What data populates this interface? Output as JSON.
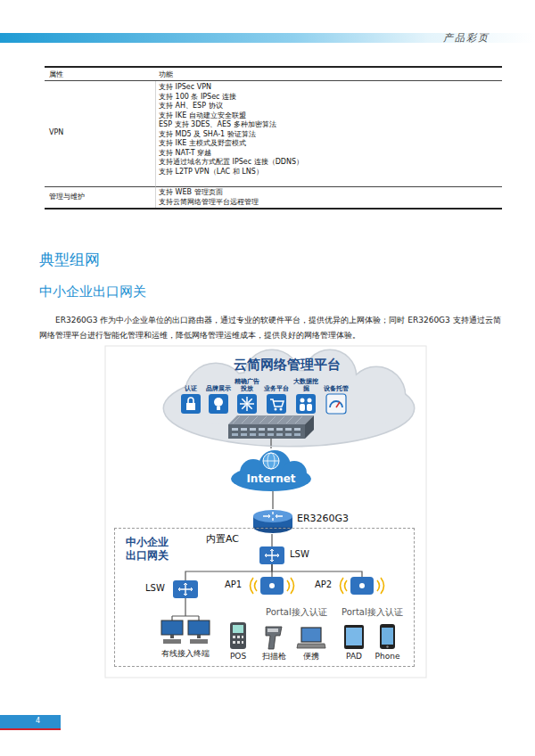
{
  "diagram": {
    "title": "中小企业出口网关",
    "nodes": [
      {
        "text": [
          "云简网络管理平台"
        ]
      },
      {
        "text": [
          "认证"
        ],
        "in": 0
      },
      {
        "text": [
          "品牌展示"
        ],
        "in": 0
      },
      {
        "text": [
          "精确广告投放"
        ],
        "in": 0
      },
      {
        "text": [
          "业务平台"
        ],
        "in": 0
      },
      {
        "text": [
          "大数据挖掘"
        ],
        "in": 0
      },
      {
        "text": [
          "设备托管"
        ],
        "in": 0
      },
      {
        "text": [
          "Internet"
        ]
      },
      {
        "text": [
          "ER3260G3",
          "内置AC"
        ]
      },
      {
        "text": [
          "中小企业出口网关"
        ]
      },
      {
        "text": [
          "LSW"
        ],
        "in": 9
      },
      {
        "text": [
          "LSW"
        ],
        "in": 9
      },
      {
        "text": [
          "AP1",
          "Portal接入认证"
        ],
        "in": 9
      },
      {
        "text": [
          "AP2",
          "Portal接入认证"
        ],
        "in": 9
      },
      {
        "text": [
          "有线接入终端"
        ],
        "in": 9
      },
      {
        "text": [
          "POS"
        ],
        "in": 9
      },
      {
        "text": [
          "扫描枪"
        ],
        "in": 9
      },
      {
        "text": [
          "便携"
        ],
        "in": 9
      },
      {
        "text": [
          "PAD"
        ],
        "in": 9
      },
      {
        "text": [
          "Phone"
        ],
        "in": 9
      }
    ],
    "edges": [
      {
        "from": 0,
        "to": 7,
        "arrow": "none"
      },
      {
        "from": 7,
        "to": 8,
        "arrow": "none"
      },
      {
        "from": 8,
        "to": 10,
        "arrow": "none"
      },
      {
        "from": 10,
        "to": 11,
        "arrow": "none"
      },
      {
        "from": 10,
        "to": 12,
        "arrow": "none"
      },
      {
        "from": 10,
        "to": 13,
        "arrow": "none"
      },
      {
        "from": 11,
        "to": 14,
        "arrow": "none"
      }
    ],
    "labels": [
      "产品彩页",
      "属性",
      "功能",
      "VPN",
      "支持 IPSec VPN",
      "支持 100 条 IPSec 连接",
      "支持 AH、ESP 协议",
      "支持 IKE 自动建立安全联盟",
      "ESP 支持 3DES、AES 多种加密算法",
      "支持 MD5 及 SHA-1 验证算法",
      "支持 IKE 主模式及野蛮模式",
      "支持 NAT-T 穿越",
      "支持通过域名方式配置 IPSec 连接（DDNS）",
      "支持 L2TP VPN（LAC 和 LNS）",
      "管理与维护",
      "支持 WEB 管理页面",
      "支持云简网络管理平台远程管理",
      "典型组网",
      "ER3260G3 作为中小企业单位的出口路由器，通过专业的软硬件平台，提供优异的上网体验；同时 ER3260G3 支持通过云简网络管理平台进行智能化管理和运维，降低网络管理运维成本，提供良好的网络管理体验。",
      "4"
    ]
  }
}
